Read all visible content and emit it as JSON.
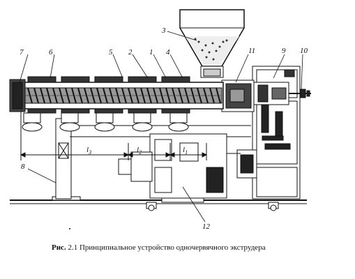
{
  "figure": {
    "labels": {
      "n1": "1",
      "n2": "2",
      "n3": "3",
      "n4": "4",
      "n5": "5",
      "n6": "6",
      "n7": "7",
      "n8": "8",
      "n9": "9",
      "n10": "10",
      "n11": "11",
      "n12": "12",
      "l1": "l",
      "l1sub": "1",
      "l2": "l",
      "l2sub": "2",
      "l3": "l",
      "l3sub": "3"
    },
    "caption": {
      "prefix": "Рис.",
      "number": "2.1",
      "text": "Принципиальное устройство одночервячного экструдера"
    }
  }
}
